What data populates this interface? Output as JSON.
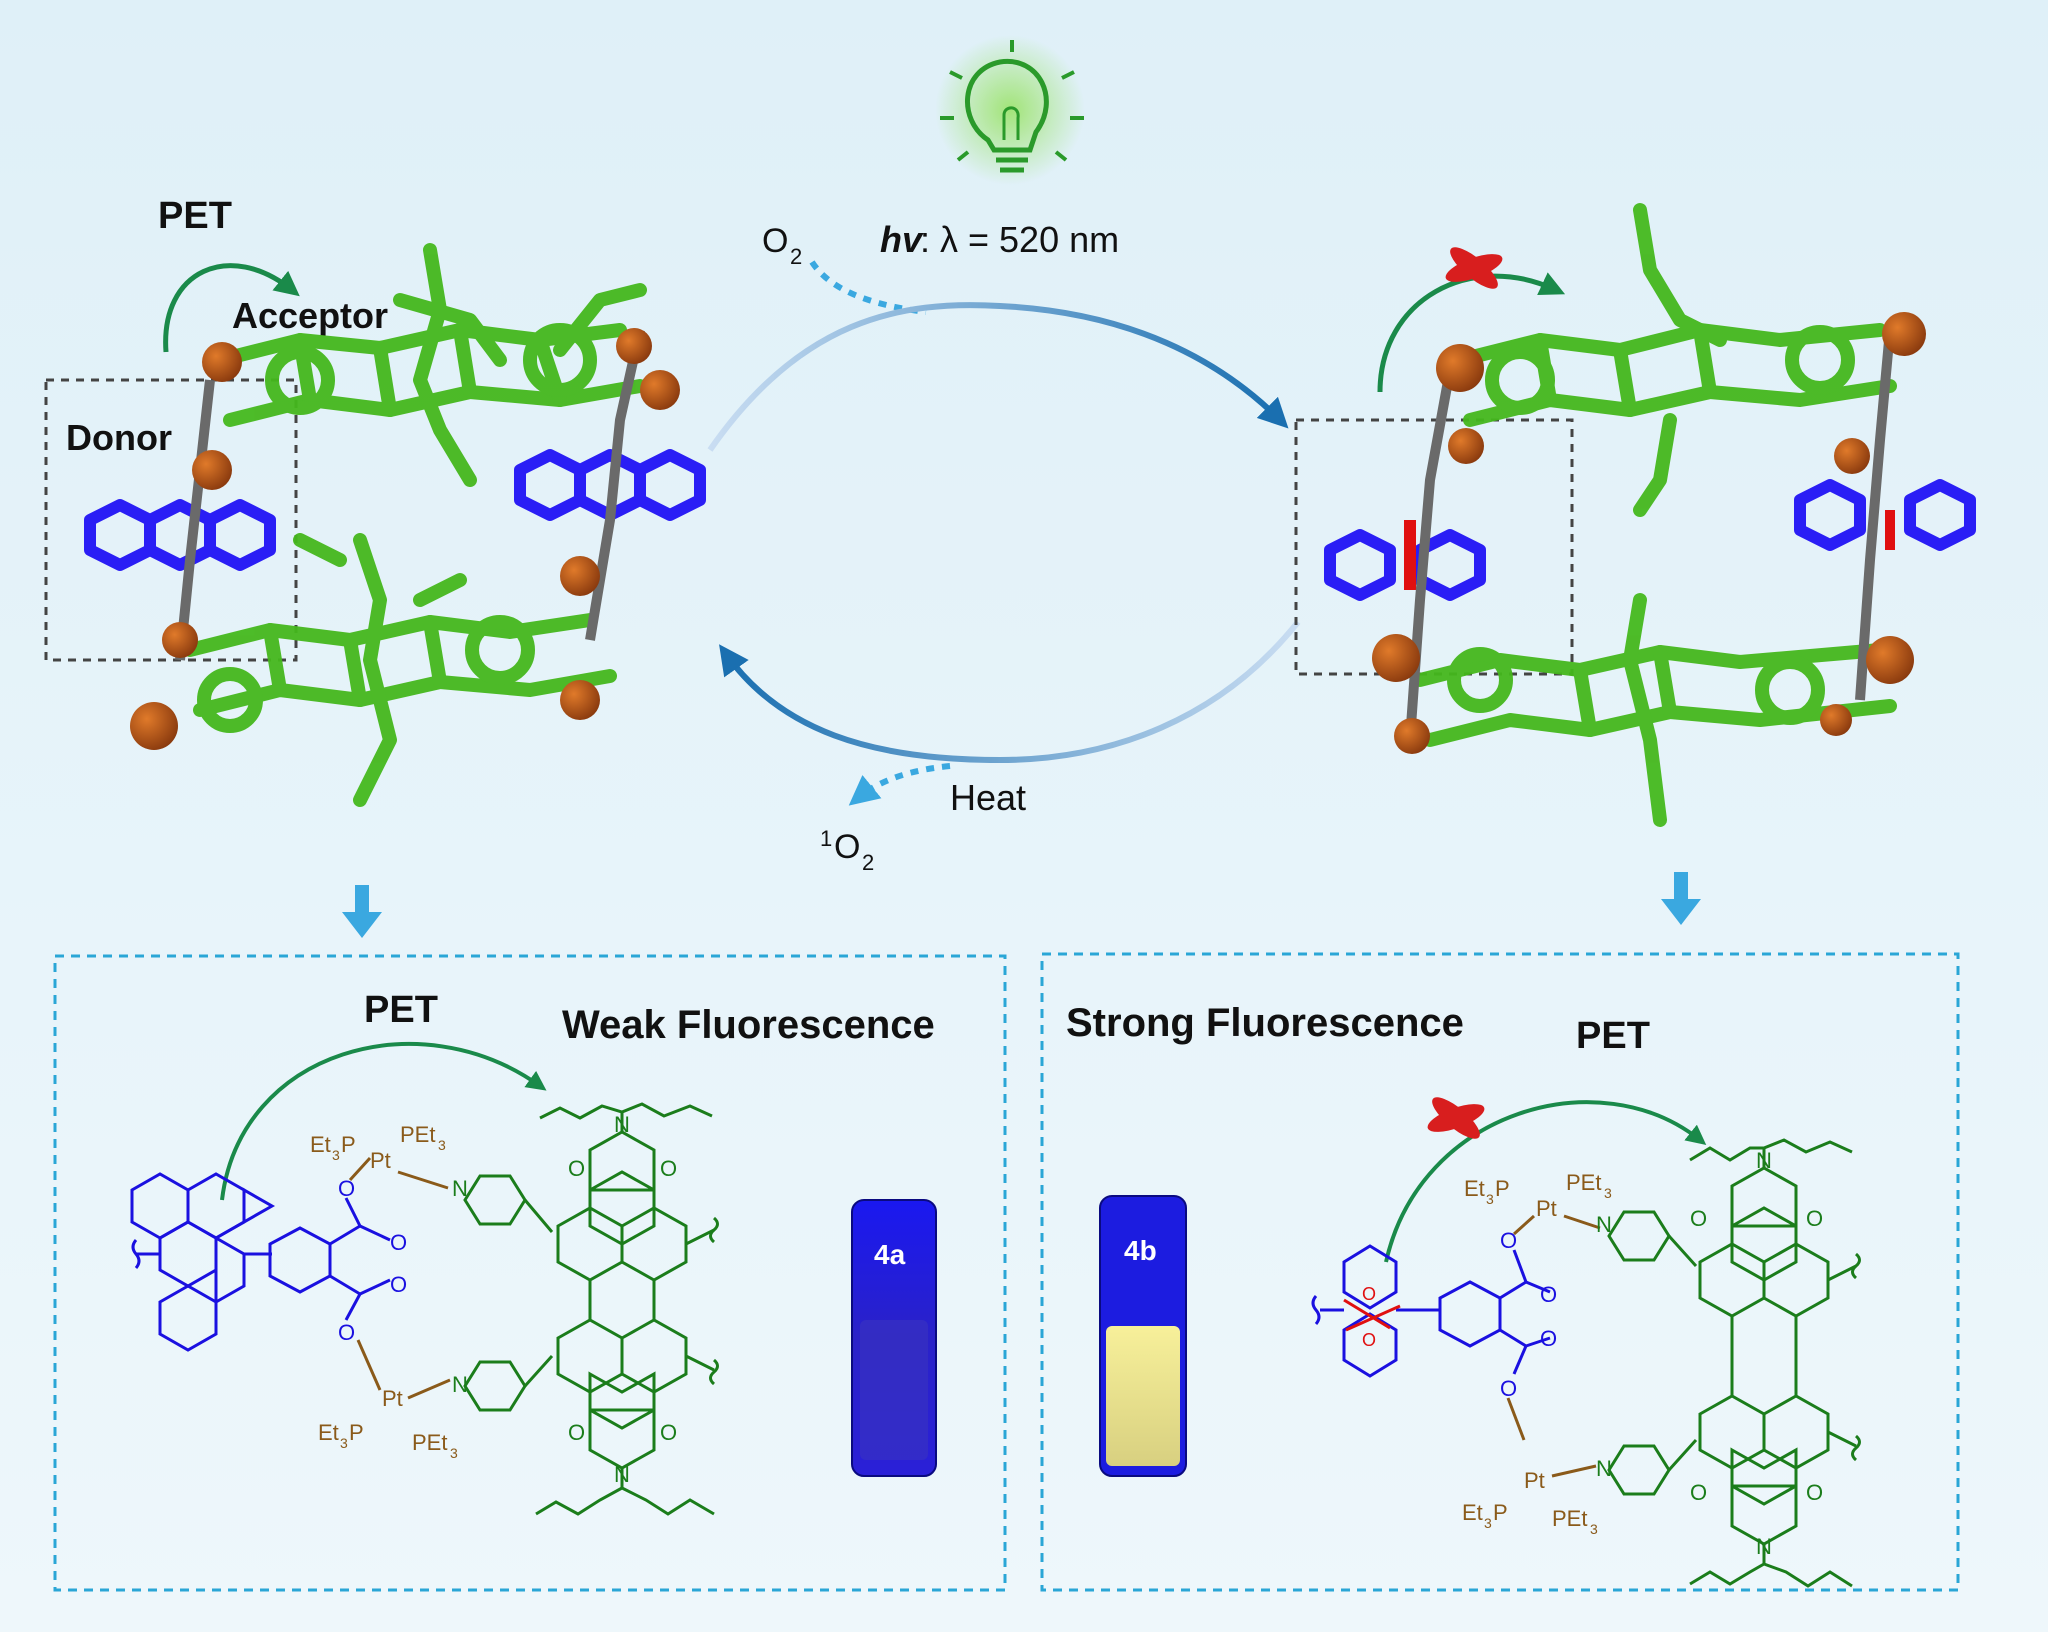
{
  "labels": {
    "pet_top_left": "PET",
    "acceptor": "Acceptor",
    "donor": "Donor",
    "o2": "O",
    "o2_sub": "2",
    "hv": "hv",
    "lambda_rest": ": λ = 520 nm",
    "heat": "Heat",
    "singlet_sup": "1",
    "singlet_o": "O",
    "singlet_sub": "2",
    "pet_panel_left": "PET",
    "weak": "Weak Fluorescence",
    "strong": "Strong Fluorescence",
    "pet_panel_right": "PET",
    "vial_a": "4a",
    "vial_b": "4b"
  },
  "chem": {
    "et3p": "Et",
    "et3p_sub": "3",
    "et3p_p": "P",
    "pet3": "PEt",
    "pet3_sub": "3",
    "pt": "Pt",
    "n": "N",
    "o": "O"
  },
  "colors": {
    "background_top": "#dff0f8",
    "background_bottom": "#eef7fb",
    "arrow_blue": "#1a6fb0",
    "arrow_light": "#b8d4ee",
    "dash_box": "#2aa6d6",
    "pet_arrow": "#1a8a4a",
    "donor_blue": "#1a10e0",
    "acceptor_green": "#4ab820",
    "metal_orange": "#b8501a",
    "linker_brown": "#8a5a1a",
    "cross_red": "#d81e1e",
    "vial_blue": "#1c1ce0",
    "vial_yellow": "#f3e86a"
  }
}
